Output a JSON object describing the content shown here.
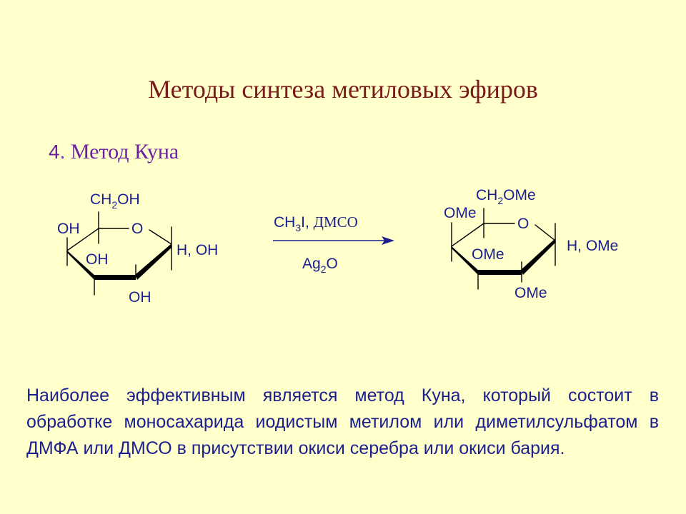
{
  "slide": {
    "title": "Методы синтеза метиловых эфиров",
    "method_number": "4.",
    "method_name": "Метод Куна"
  },
  "reaction": {
    "reactant": {
      "ch2oh_prefix": "CH",
      "ch2oh_sub": "2",
      "ch2oh_suffix": "OH",
      "ring_oxygen": "O",
      "oh_c4": "OH",
      "oh_c3": "OH",
      "oh_c2": "OH",
      "anomeric": "H, OH"
    },
    "reagent_top_prefix": "CH",
    "reagent_top_sub": "3",
    "reagent_top_suffix": "I, ",
    "reagent_top_solvent": "ДМСО",
    "reagent_bottom_prefix": "Ag",
    "reagent_bottom_sub": "2",
    "reagent_bottom_suffix": "O",
    "product": {
      "ch2ome_prefix": "CH",
      "ch2ome_sub": "2",
      "ch2ome_suffix": "OMe",
      "ring_oxygen": "O",
      "ome_c4": "OMe",
      "ome_c3": "OMe",
      "ome_c2": "OMe",
      "anomeric": "H, OMe"
    }
  },
  "description": "Наиболее эффективным является метод Куна, который состоит в обработке моносахарида иодистым метилом или диметилсульфатом в ДМФА или ДМСО в присутствии окиси серебра или окиси бария.",
  "colors": {
    "background": "#ffffcc",
    "title": "#7a1a1a",
    "method": "#6b1fa3",
    "text": "#1b1f8f",
    "bond": "#000000",
    "arrow": "#1b1f8f"
  }
}
